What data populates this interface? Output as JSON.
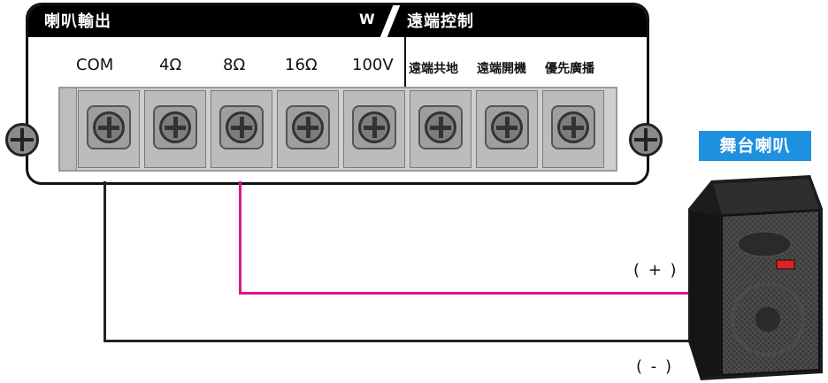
{
  "panel": {
    "left_title": "喇叭輸出",
    "right_title": "遠端控制",
    "mark": "W"
  },
  "terminals": {
    "labels": [
      "COM",
      "4Ω",
      "8Ω",
      "16Ω",
      "100V",
      "遠端共地",
      "遠端開機",
      "優先廣播"
    ]
  },
  "speaker": {
    "title": "舞台喇叭",
    "positive": "( + )",
    "negative": "( - )"
  },
  "colors": {
    "panel_header": "#000000",
    "positive_wire": "#e0148c",
    "negative_wire": "#222222",
    "badge": "#1e90e0"
  }
}
